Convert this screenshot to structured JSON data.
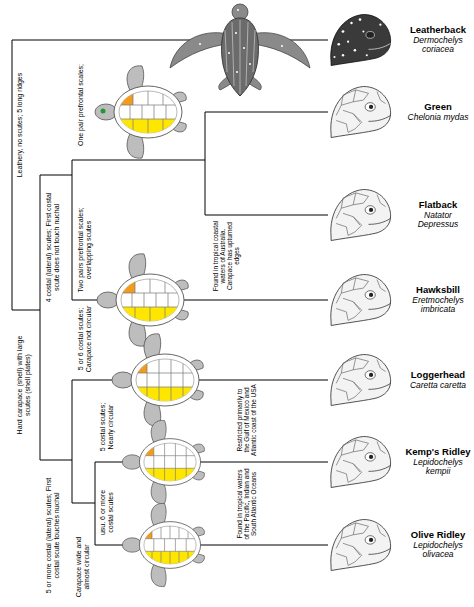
{
  "diagram": {
    "nodes": [
      {
        "text": [
          "Leatherback",
          "Dermochelys coriacea"
        ]
      },
      {
        "text": [
          "Green",
          "Chelonia mydas"
        ]
      },
      {
        "text": [
          "Flatback",
          "Natator Depressus"
        ]
      },
      {
        "text": [
          "Hawksbill",
          "Eretmochelys imbricata"
        ]
      },
      {
        "text": [
          "Loggerhead",
          "Caretta caretta"
        ]
      },
      {
        "text": [
          "Kemp's Ridley",
          "Lepidochelys kempii"
        ]
      },
      {
        "text": [
          "Olive Ridley",
          "Lepidochelys olivacea"
        ]
      }
    ],
    "labels": [
      "Leathery, no scutes; 5 long ridges",
      "Hard carapace (shell) with large scutes (shell plates)",
      "4 costal (lateral) scutes; First costal scute does not touch nuchal",
      "One pair prefrontal scales;",
      "Two pairs prefrontal scales; overlapping scutes",
      "Found in tropical coastal waters of Australia. Carapace has upturned edges",
      "5 or more costal (lateral) scutes; First costal scute touches nuchal",
      "5 or 6 costal scutes; Carapace not circular",
      "Carapace wide and almost circular",
      "5 costal scutes; Nearly circular",
      "Restricted primarily to the Gulf of Mexico and Atlantic coast of the USA",
      "usu. 6 or more costal scutes",
      "Found in tropical waters of the Pacific, Indian and South Atlantic Oceans"
    ]
  }
}
